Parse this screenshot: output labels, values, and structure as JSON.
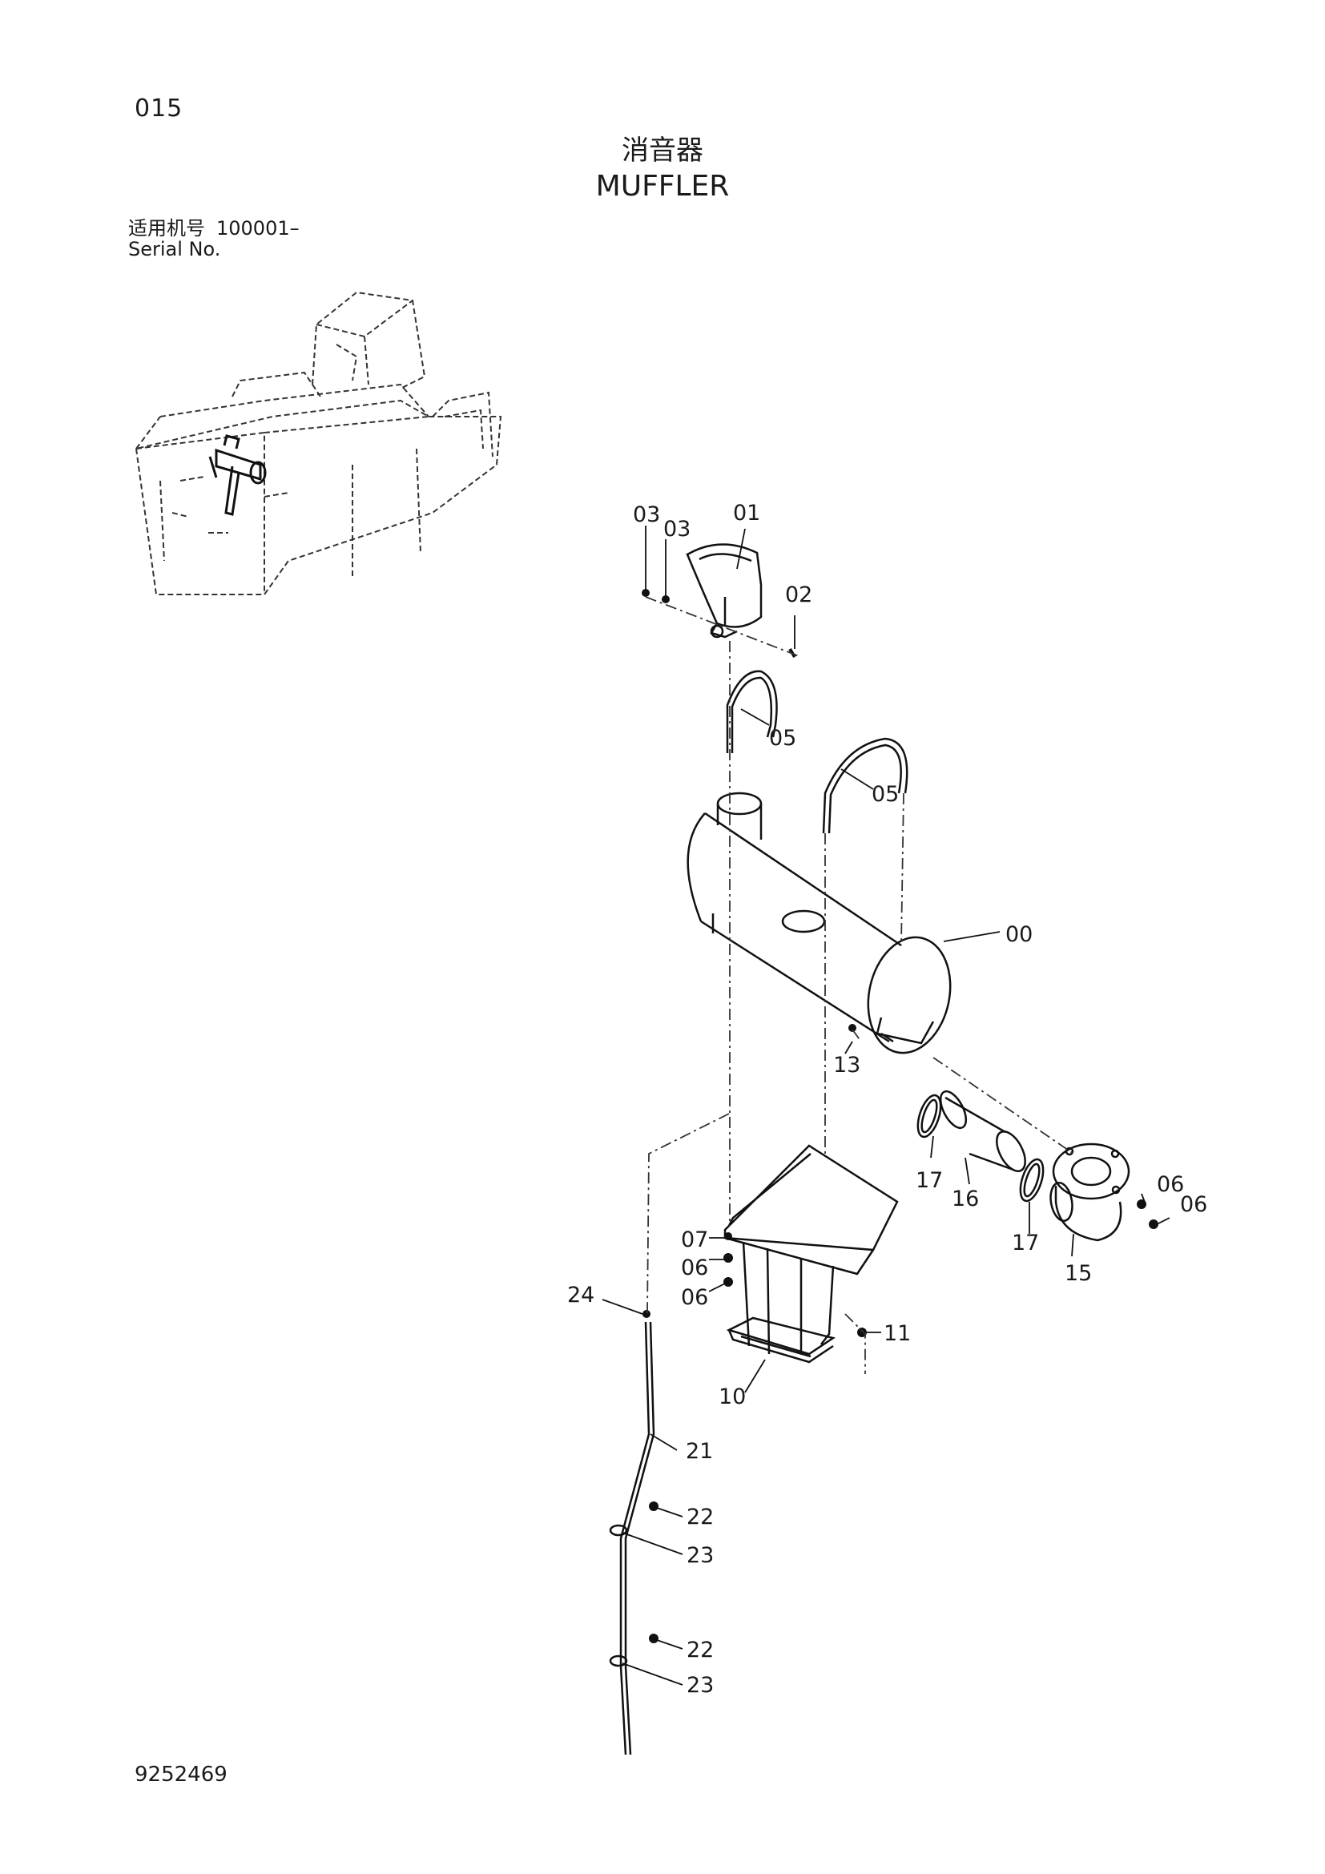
{
  "header": {
    "page_number": "015",
    "title_cn": "消音器",
    "title_en": "MUFFLER",
    "serial_label_cn": "适用机号",
    "serial_value": "100001–",
    "serial_label_en": "Serial No."
  },
  "callouts": [
    "03",
    "03",
    "01",
    "02",
    "05",
    "05",
    "00",
    "13",
    "17",
    "16",
    "17",
    "06",
    "06",
    "15",
    "07",
    "06",
    "06",
    "24",
    "11",
    "10",
    "21",
    "22",
    "23",
    "22",
    "23"
  ],
  "footer": {
    "drawing_number": "9252469"
  }
}
